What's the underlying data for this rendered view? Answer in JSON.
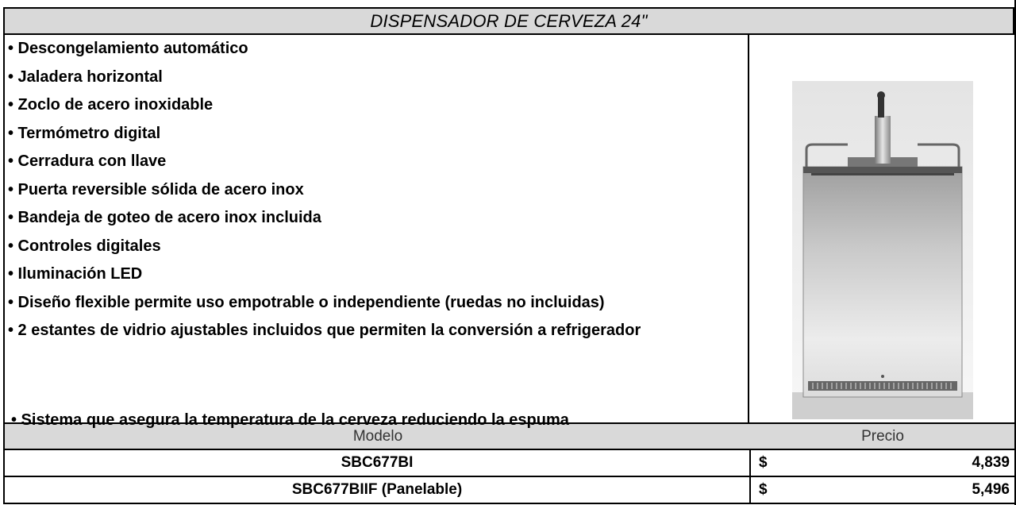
{
  "title": "DISPENSADOR DE CERVEZA 24\"",
  "features": [
    "• Descongelamiento automático",
    "• Jaladera horizontal",
    "• Zoclo de acero inoxidable",
    "• Termómetro digital",
    "• Cerradura con llave",
    "• Puerta reversible sólida de acero inox",
    "• Bandeja de goteo de acero inox incluida",
    "• Controles digitales",
    "• Iluminación LED",
    "• Diseño flexible permite uso empotrable o independiente (ruedas no incluidas)",
    "• 2 estantes de vidrio ajustables incluidos que permiten la conversión a refrigerador",
    "• Sistema que asegura la temperatura de la cerveza reduciendo la espuma"
  ],
  "table": {
    "headers": {
      "model": "Modelo",
      "price": "Precio"
    },
    "rows": [
      {
        "model": "SBC677BI",
        "currency": "$",
        "amount": "4,839"
      },
      {
        "model": "SBC677BIIF (Panelable)",
        "currency": "$",
        "amount": "5,496"
      }
    ]
  },
  "colors": {
    "header_fill": "#d9d9d9",
    "border": "#000000",
    "steel_light": "#eaeaea",
    "steel_dark": "#a9a9a9"
  }
}
